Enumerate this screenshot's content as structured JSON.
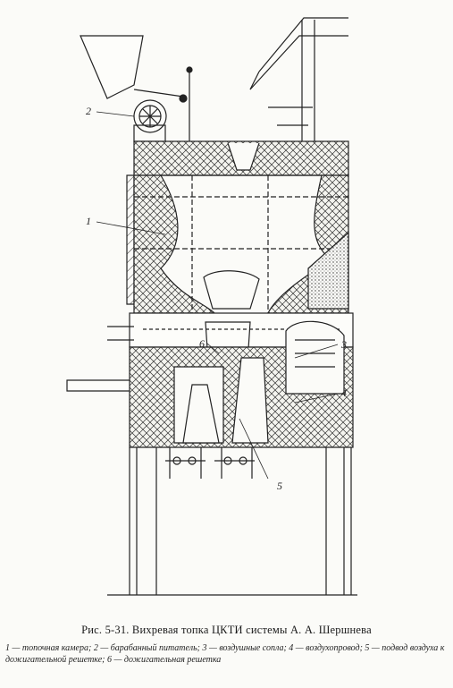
{
  "labels": {
    "l1": "1",
    "l2": "2",
    "l3": "3",
    "l4": "4",
    "l5": "5",
    "l6": "6"
  },
  "caption": {
    "title": "Рис. 5-31. Вихревая топка ЦКТИ системы А. А. Шершнева",
    "legend": "1 — топочная камера; 2 — барабанный питатель; 3 — воздушные сопла; 4 — воздухопровод; 5 — подвод воздуха к дожигательной решетке; 6 — дожигательная решетка"
  }
}
